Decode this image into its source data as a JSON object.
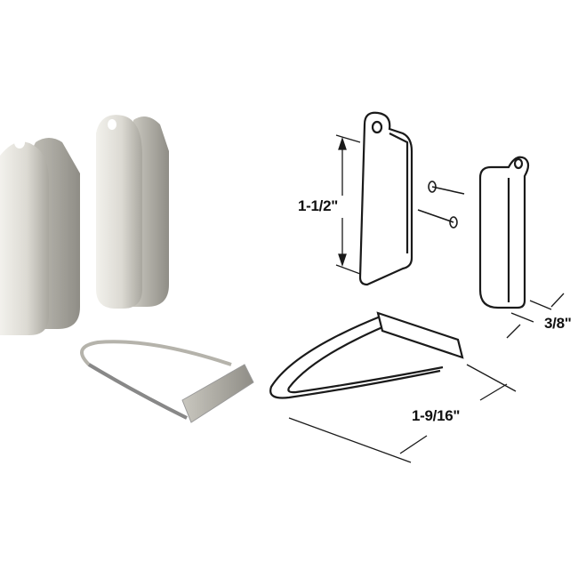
{
  "product": {
    "photo_parts": [
      "pull-tab-left",
      "pull-tab-right",
      "wire-pull-ring"
    ],
    "diagram_parts": [
      "pull-tab-with-eyelet",
      "nails",
      "pull-tab-side",
      "wire-pull-handle"
    ]
  },
  "dimensions": {
    "tab_height": "1-1/2\"",
    "tab_thickness": "3/8\"",
    "handle_width": "1-9/16\""
  },
  "colors": {
    "metal_light": "#e4e2dc",
    "metal_dark": "#b8b6ae",
    "line": "#1a1a1a"
  }
}
